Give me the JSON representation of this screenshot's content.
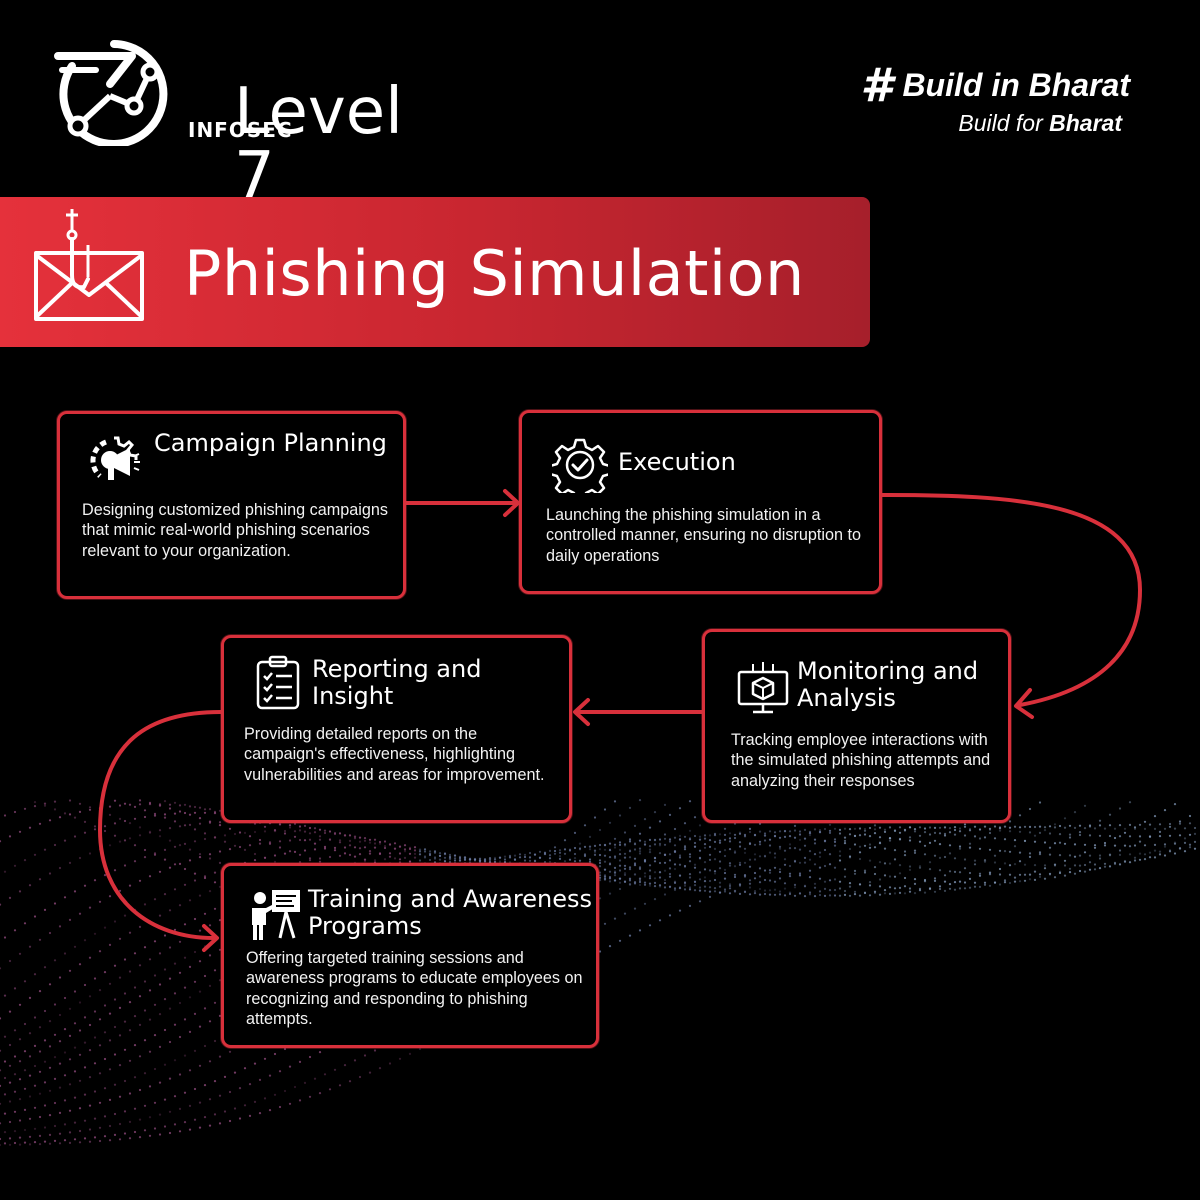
{
  "brand": {
    "name": "Level 7",
    "sub": "INFOSEC"
  },
  "tagline": {
    "line1": "Build in Bharat",
    "line2_prefix": "Build for ",
    "line2_bold": "Bharat"
  },
  "banner": {
    "title": "Phishing Simulation"
  },
  "steps": [
    {
      "title": "Campaign Planning",
      "description": "Designing customized phishing campaigns that mimic real-world phishing scenarios relevant to your organization.",
      "icon": "gear-megaphone-icon"
    },
    {
      "title": "Execution",
      "description": "Launching the phishing simulation in a controlled manner, ensuring no disruption to daily operations",
      "icon": "gear-check-icon"
    },
    {
      "title": "Monitoring and Analysis",
      "description": "Tracking employee interactions with the simulated phishing attempts and analyzing their responses",
      "icon": "monitor-cube-icon"
    },
    {
      "title": "Reporting and Insight",
      "description": "Providing detailed reports on the campaign's effectiveness, highlighting vulnerabilities and areas for improvement.",
      "icon": "clipboard-checklist-icon"
    },
    {
      "title": "Training and Awareness Programs",
      "description": "Offering targeted training sessions and awareness programs to educate employees on recognizing and responding to phishing attempts.",
      "icon": "presenter-board-icon"
    }
  ],
  "colors": {
    "accent": "#d8303b",
    "background": "#000000",
    "banner_start": "#e5313b",
    "banner_end": "#a61f2b"
  }
}
